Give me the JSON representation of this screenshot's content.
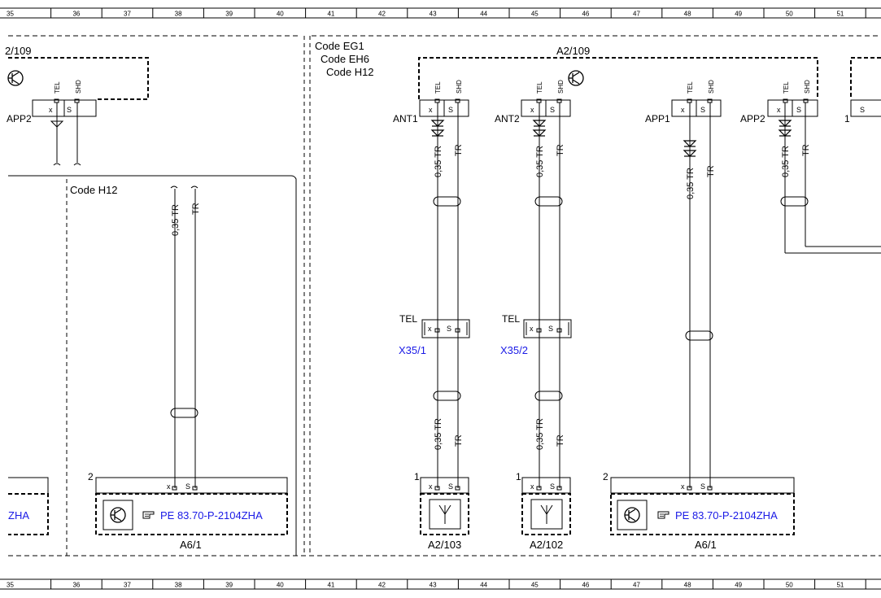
{
  "ruler": {
    "top": [
      "35",
      "36",
      "37",
      "38",
      "39",
      "40",
      "41",
      "42",
      "43",
      "44",
      "45",
      "46",
      "47",
      "48",
      "49",
      "50",
      "51"
    ],
    "bottom": [
      "35",
      "36",
      "37",
      "38",
      "39",
      "40",
      "41",
      "42",
      "43",
      "44",
      "45",
      "46",
      "47",
      "48",
      "49",
      "50",
      "51"
    ]
  },
  "codes": {
    "eg1": "Code EG1",
    "eh6": "Code EH6",
    "h12_top": "Code H12",
    "h12_left": "Code H12"
  },
  "components": {
    "left_module": "2/109",
    "a2_109": "A2/109",
    "a2_103": "A2/103",
    "a2_102": "A2/102",
    "a6_1_left": "A6/1",
    "a6_1_right": "A6/1",
    "x35_1": "X35/1",
    "x35_2": "X35/2",
    "left_ref_partial": "ZHA"
  },
  "pins": {
    "tel": "TEL",
    "shd": "SHD",
    "x": "x",
    "s": "S",
    "app2_left": "APP2",
    "ant1": "ANT1",
    "ant2": "ANT2",
    "app1": "APP1",
    "app2_right": "APP2",
    "one": "1",
    "two": "2"
  },
  "wires": {
    "w035tr": "0,35 TR",
    "tr": "TR"
  },
  "connector_label": "TEL",
  "refs": {
    "pe_left": "PE 83.70-P-2104ZHA",
    "pe_right": "PE 83.70-P-2104ZHA"
  },
  "icons": {
    "transistor": "transistor-icon",
    "antenna": "antenna-icon",
    "hand": "pointing-hand-icon",
    "ground": "ground-icon",
    "diode": "diode-icon"
  }
}
